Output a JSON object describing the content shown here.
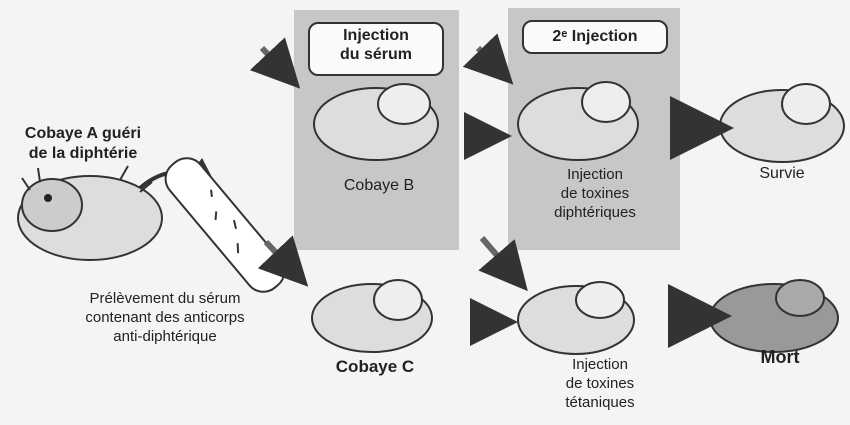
{
  "cobaye_a": {
    "line1": "Cobaye A guéri",
    "line2": "de la diphtérie"
  },
  "prelevement": {
    "line1": "Prélèvement du sérum",
    "line2": "contenant des anticorps",
    "line3": "anti-diphtérique"
  },
  "injection_serum": {
    "line1": "Injection",
    "line2": "du sérum"
  },
  "injection_2": "2ᵉ Injection",
  "cobaye_b": "Cobaye B",
  "cobaye_c": "Cobaye C",
  "toxines_diph": {
    "line1": "Injection",
    "line2": "de toxines",
    "line3": "diphtériques"
  },
  "toxines_tet": {
    "line1": "Injection",
    "line2": "de toxines",
    "line3": "tétaniques"
  },
  "survie": "Survie",
  "mort": "Mort"
}
